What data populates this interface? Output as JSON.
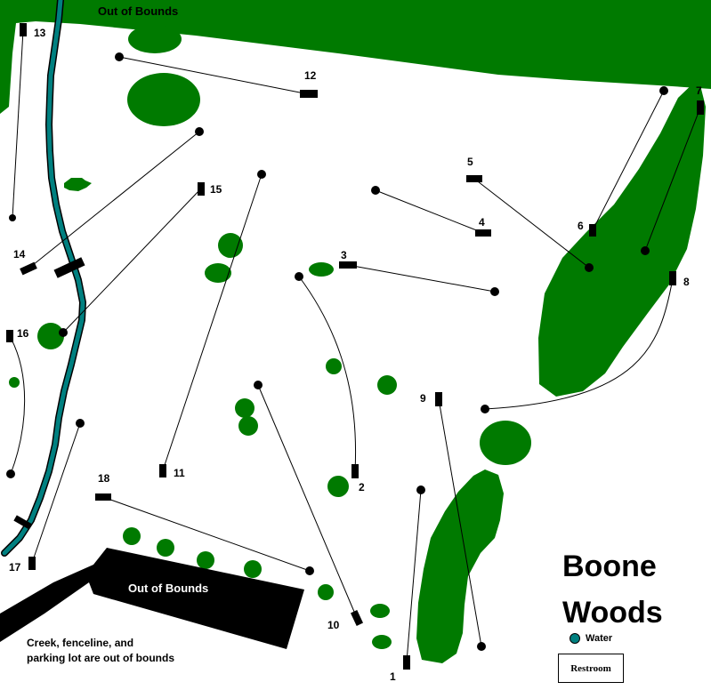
{
  "map": {
    "title_line1": "Boone",
    "title_line2": "Woods",
    "out_of_bounds_top": "Out of Bounds",
    "out_of_bounds_parking": "Out of Bounds",
    "note_line1": "Creek, fenceline, and",
    "note_line2": "parking lot are out of bounds",
    "legend": {
      "water": "Water",
      "restroom": "Restroom"
    },
    "colors": {
      "woods": "#007a00",
      "creek": "#008080",
      "parking": "#000000",
      "background": "#ffffff"
    }
  },
  "holes": [
    {
      "number": "1"
    },
    {
      "number": "2"
    },
    {
      "number": "3"
    },
    {
      "number": "4"
    },
    {
      "number": "5"
    },
    {
      "number": "6"
    },
    {
      "number": "7"
    },
    {
      "number": "8"
    },
    {
      "number": "9"
    },
    {
      "number": "10"
    },
    {
      "number": "11"
    },
    {
      "number": "12"
    },
    {
      "number": "13"
    },
    {
      "number": "14"
    },
    {
      "number": "15"
    },
    {
      "number": "16"
    },
    {
      "number": "17"
    },
    {
      "number": "18"
    }
  ]
}
